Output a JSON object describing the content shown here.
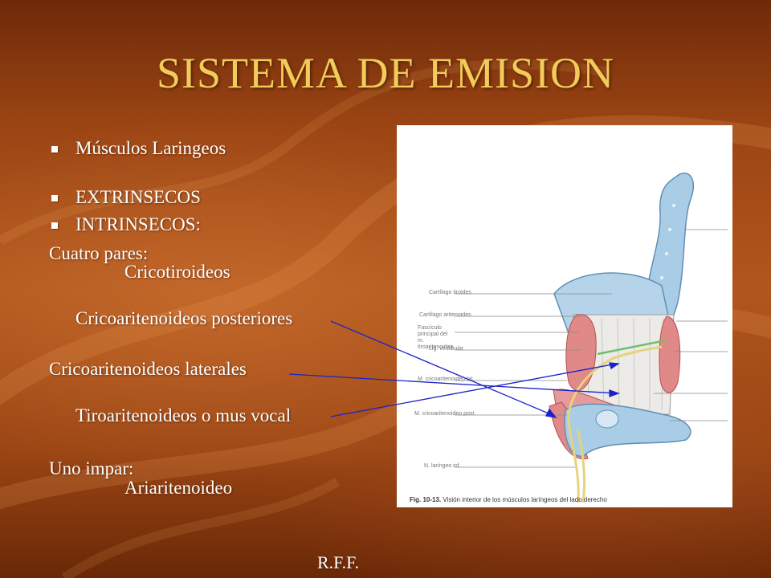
{
  "slide": {
    "title": "SISTEMA DE EMISION",
    "bullets": [
      "Músculos Laringeos",
      "EXTRINSECOS",
      "INTRINSECOS:"
    ],
    "lines": {
      "cuatro_pares": "Cuatro pares:",
      "cricotiroideos": "Cricotiroideos",
      "cricoaritenoideos_posteriores": "Cricoaritenoideos posteriores",
      "cricoaritenoideos_laterales": "Cricoaritenoideos laterales",
      "tiroaritenoideos": "Tiroaritenoideos o mus vocal",
      "uno_impar": "Uno impar:",
      "ariaritenoideo": "Ariaritenoideo"
    },
    "footer": "R.F.F.",
    "colors": {
      "title": "#f2cc5a",
      "text": "#ffffff",
      "arrow": "#1d22c8"
    }
  },
  "figure": {
    "labels": [
      "Cartílago tiroides",
      "Cartílago aritenoides",
      "Fascículo principal del m. tiroaritenoideo",
      "Lig. vestibular",
      "M. cricoaritenoideo lat.",
      "M. cricoaritenoideo post.",
      "N. laríngeo inf."
    ],
    "caption_number": "Fig. 10-13.",
    "caption_text": "Visión interior de los músculos laríngeos del lado derecho"
  }
}
